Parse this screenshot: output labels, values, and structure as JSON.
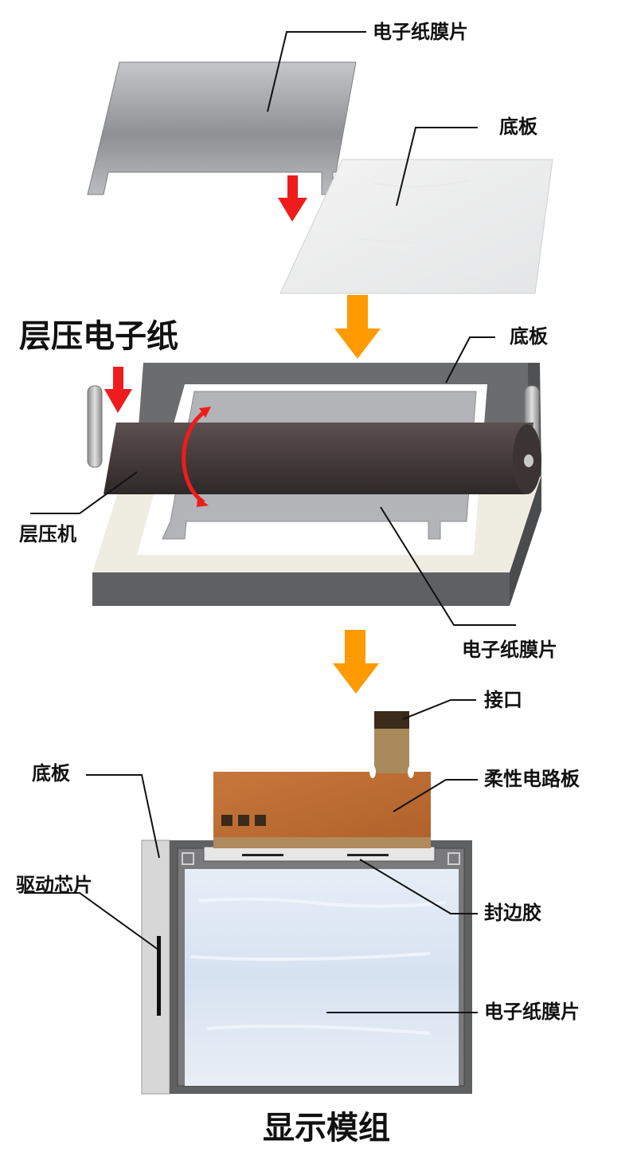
{
  "labels": {
    "film_top": "电子纸膜片",
    "substrate_top": "底板",
    "section_title": "层压电子纸",
    "substrate_mid": "底板",
    "laminator": "层压机",
    "film_mid": "电子纸膜片",
    "connector": "接口",
    "substrate_bottom": "底板",
    "fpc": "柔性电路板",
    "driver_chip": "驱动芯片",
    "edge_seal": "封边胶",
    "film_bottom": "电子纸膜片",
    "module_title": "显示模组"
  },
  "colors": {
    "red_arrow": "#ee1c1c",
    "orange_arrow": "#ff9a00",
    "fpc": "#bd6d34",
    "roller": "#4a3e3d",
    "frame": "#5f6062"
  }
}
